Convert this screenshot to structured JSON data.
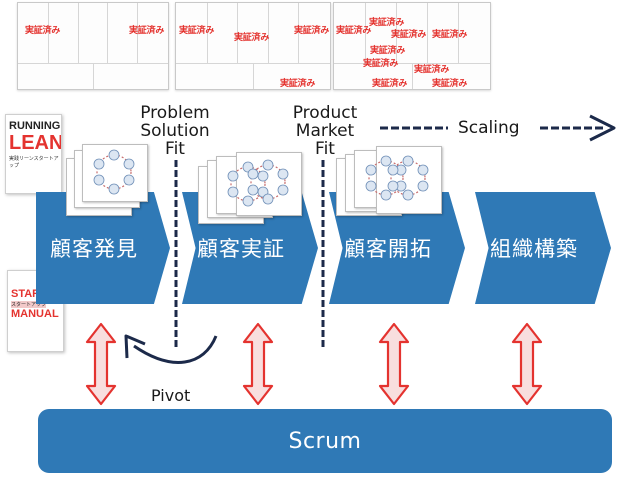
{
  "canvas_tags": {
    "label": "実証済み",
    "thumb1": [
      "実証済み",
      "実証済み"
    ],
    "thumb2": [
      "実証済み",
      "実証済み",
      "実証済み",
      "実証済み"
    ],
    "thumb3": [
      "実証済み",
      "実証済み",
      "実証済み",
      "実証済み",
      "実証済み",
      "実証済み",
      "実証済み",
      "実証済み",
      "実証済み"
    ]
  },
  "books": {
    "running_lean": {
      "line1": "RUNNING",
      "line2": "LEAN",
      "line3": "実践リーンスタートアップ"
    },
    "startup_manual": {
      "line1": "STARTUP",
      "line2": "スタートアップ",
      "line3": "MANUAL"
    }
  },
  "milestones": {
    "problem_solution_fit": "Problem\nSolution\nFit",
    "product_market_fit": "Product\nMarket\nFit",
    "scaling": "Scaling"
  },
  "phases": [
    "顧客発見",
    "顧客実証",
    "顧客開拓",
    "組織構築"
  ],
  "pivot": "Pivot",
  "scrum": "Scrum",
  "colors": {
    "phase_blue": "#2f79b6",
    "arrow_red": "#e4332f",
    "dark_navy": "#1c2a4a",
    "tag_red": "#e4332f"
  },
  "icons": [
    "double-headed-arrow-icon",
    "pivot-curved-arrow-icon",
    "scaling-arrow-icon",
    "build-measure-learn-loop-icon"
  ]
}
